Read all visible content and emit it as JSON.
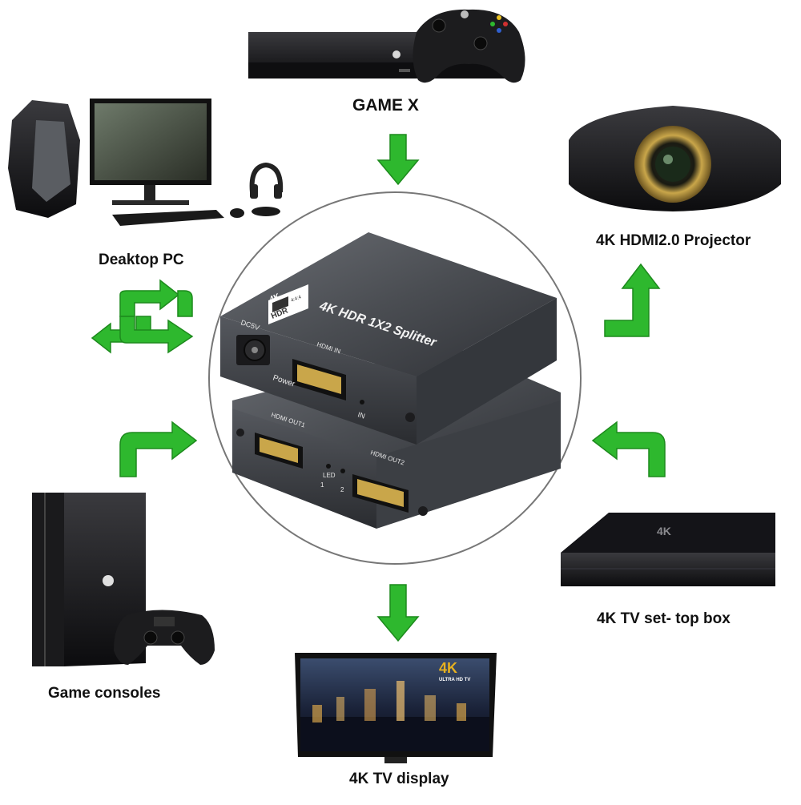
{
  "devices": {
    "game_x": "GAME X",
    "desktop_pc": "Deaktop PC",
    "projector": "4K HDMI2.0 Projector",
    "game_consoles": "Game consoles",
    "tv_box": "4K TV set- top box",
    "tv_display": "4K TV display"
  },
  "splitter": {
    "title": "4K HDR 1X2 Splitter",
    "badge_4k": "4K",
    "badge_hdr": "HDR",
    "badge_444": "4:4:4",
    "dc5v": "DC5V",
    "power": "Power",
    "hdmi_in": "HDMI IN",
    "in": "IN",
    "hdmi_out1": "HDMI OUT1",
    "hdmi_out2": "HDMI OUT2",
    "led": "LED",
    "led1": "1",
    "led2": "2"
  },
  "tv_screen": {
    "badge": "4K",
    "subtitle": "ULTRA HD TV"
  },
  "set_top_box": {
    "badge": "4K"
  },
  "colors": {
    "arrow": "#2eb82e",
    "arrow_dark": "#1d8a1d",
    "circle": "#777777",
    "device_metal": "#4a4d52"
  }
}
